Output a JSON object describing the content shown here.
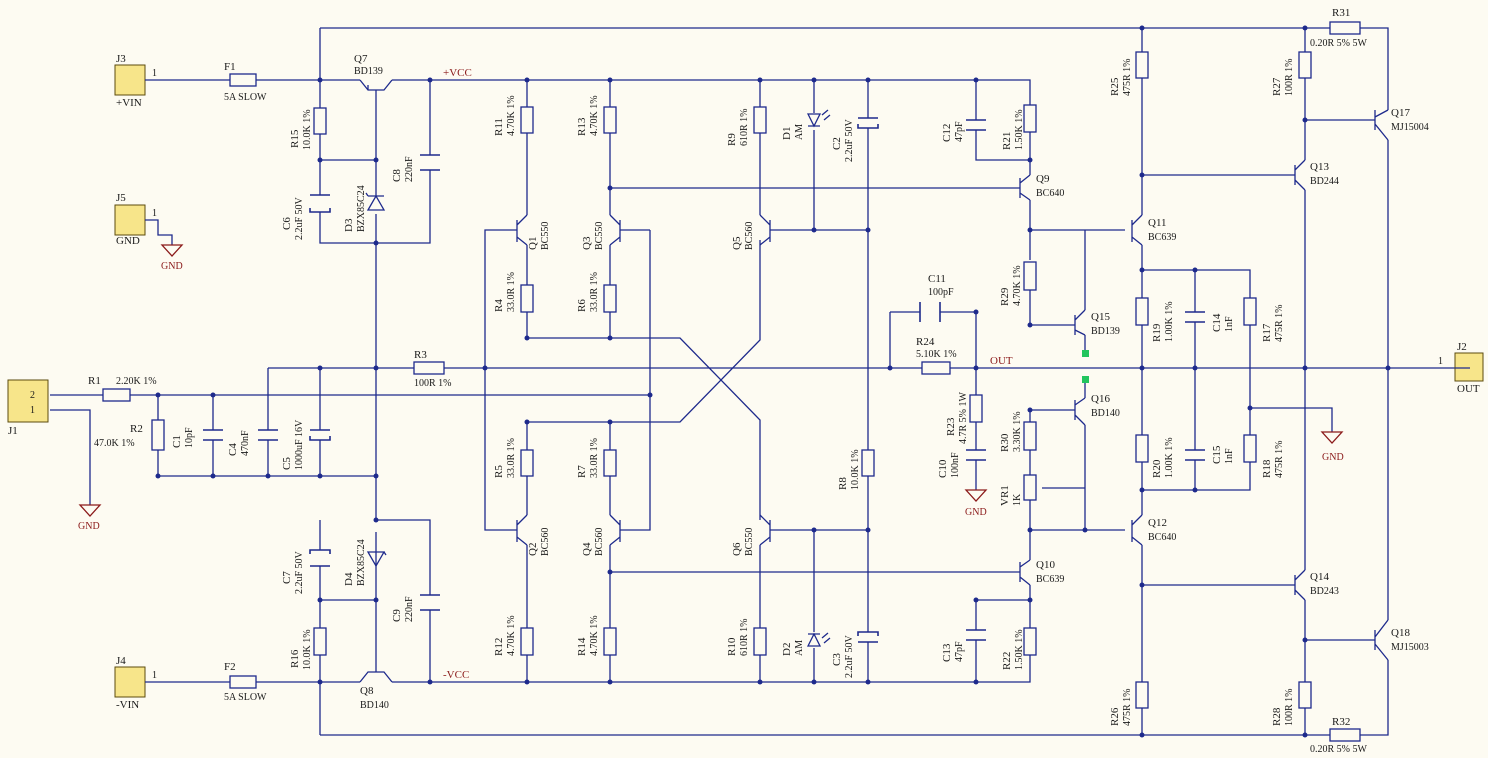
{
  "nets": {
    "vcc": "+VCC",
    "vee": "-VCC",
    "out": "OUT",
    "gnd": "GND"
  },
  "connectors": [
    {
      "ref": "J3",
      "pin": "1",
      "label": "+VIN"
    },
    {
      "ref": "J5",
      "pin": "1",
      "label": "GND"
    },
    {
      "ref": "J4",
      "pin": "1",
      "label": "-VIN"
    },
    {
      "ref": "J1",
      "pins": [
        "2",
        "1"
      ]
    },
    {
      "ref": "J2",
      "pin": "1",
      "label": "OUT"
    }
  ],
  "fuses": [
    {
      "ref": "F1",
      "value": "5A SLOW"
    },
    {
      "ref": "F2",
      "value": "5A SLOW"
    }
  ],
  "transistors": [
    {
      "ref": "Q7",
      "value": "BD139"
    },
    {
      "ref": "Q8",
      "value": "BD140"
    },
    {
      "ref": "Q1",
      "value": "BC550"
    },
    {
      "ref": "Q3",
      "value": "BC550"
    },
    {
      "ref": "Q2",
      "value": "BC560"
    },
    {
      "ref": "Q4",
      "value": "BC560"
    },
    {
      "ref": "Q5",
      "value": "BC560"
    },
    {
      "ref": "Q6",
      "value": "BC550"
    },
    {
      "ref": "Q9",
      "value": "BC640"
    },
    {
      "ref": "Q10",
      "value": "BC639"
    },
    {
      "ref": "Q11",
      "value": "BC639"
    },
    {
      "ref": "Q12",
      "value": "BC640"
    },
    {
      "ref": "Q13",
      "value": "BD244"
    },
    {
      "ref": "Q14",
      "value": "BD243"
    },
    {
      "ref": "Q15",
      "value": "BD139"
    },
    {
      "ref": "Q16",
      "value": "BD140"
    },
    {
      "ref": "Q17",
      "value": "MJ15004"
    },
    {
      "ref": "Q18",
      "value": "MJ15003"
    }
  ],
  "resistors": [
    {
      "ref": "R1",
      "value": "2.20K 1%"
    },
    {
      "ref": "R2",
      "value": "47.0K 1%"
    },
    {
      "ref": "R3",
      "value": "100R 1%"
    },
    {
      "ref": "R4",
      "value": "33.0R 1%"
    },
    {
      "ref": "R5",
      "value": "33.0R 1%"
    },
    {
      "ref": "R6",
      "value": "33.0R 1%"
    },
    {
      "ref": "R7",
      "value": "33.0R 1%"
    },
    {
      "ref": "R8",
      "value": "10.0K 1%"
    },
    {
      "ref": "R9",
      "value": "610R 1%"
    },
    {
      "ref": "R10",
      "value": "610R 1%"
    },
    {
      "ref": "R11",
      "value": "4.70K 1%"
    },
    {
      "ref": "R12",
      "value": "4.70K 1%"
    },
    {
      "ref": "R13",
      "value": "4.70K 1%"
    },
    {
      "ref": "R14",
      "value": "4.70K 1%"
    },
    {
      "ref": "R15",
      "value": "10.0K 1%"
    },
    {
      "ref": "R16",
      "value": "10.0K 1%"
    },
    {
      "ref": "R17",
      "value": "475R 1%"
    },
    {
      "ref": "R18",
      "value": "475R 1%"
    },
    {
      "ref": "R19",
      "value": "1.00K 1%"
    },
    {
      "ref": "R20",
      "value": "1.00K 1%"
    },
    {
      "ref": "R21",
      "value": "1.50K 1%"
    },
    {
      "ref": "R22",
      "value": "1.50K 1%"
    },
    {
      "ref": "R23",
      "value": "4.7R 5% 1W"
    },
    {
      "ref": "R24",
      "value": "5.10K 1%"
    },
    {
      "ref": "R25",
      "value": "475R 1%"
    },
    {
      "ref": "R26",
      "value": "475R 1%"
    },
    {
      "ref": "R27",
      "value": "100R 1%"
    },
    {
      "ref": "R28",
      "value": "100R 1%"
    },
    {
      "ref": "R29",
      "value": "4.70K 1%"
    },
    {
      "ref": "R30",
      "value": "3.30K 1%"
    },
    {
      "ref": "R31",
      "value": "0.20R 5% 5W"
    },
    {
      "ref": "R32",
      "value": "0.20R 5% 5W"
    }
  ],
  "capacitors": [
    {
      "ref": "C1",
      "value": "10pF"
    },
    {
      "ref": "C2",
      "value": "2.2uF 50V"
    },
    {
      "ref": "C3",
      "value": "2.2uF 50V"
    },
    {
      "ref": "C4",
      "value": "470nF"
    },
    {
      "ref": "C5",
      "value": "1000uF 16V"
    },
    {
      "ref": "C6",
      "value": "2.2uF 50V"
    },
    {
      "ref": "C7",
      "value": "2.2uF 50V"
    },
    {
      "ref": "C8",
      "value": "220nF"
    },
    {
      "ref": "C9",
      "value": "220nF"
    },
    {
      "ref": "C10",
      "value": "100nF"
    },
    {
      "ref": "C11",
      "value": "100pF"
    },
    {
      "ref": "C12",
      "value": "47pF"
    },
    {
      "ref": "C13",
      "value": "47pF"
    },
    {
      "ref": "C14",
      "value": "1nF"
    },
    {
      "ref": "C15",
      "value": "1nF"
    }
  ],
  "diodes": [
    {
      "ref": "D1",
      "value": "AM"
    },
    {
      "ref": "D2",
      "value": "AM"
    },
    {
      "ref": "D3",
      "value": "BZX85C24"
    },
    {
      "ref": "D4",
      "value": "BZX85C24"
    }
  ],
  "trimmer": {
    "ref": "VR1",
    "value": "1K"
  }
}
